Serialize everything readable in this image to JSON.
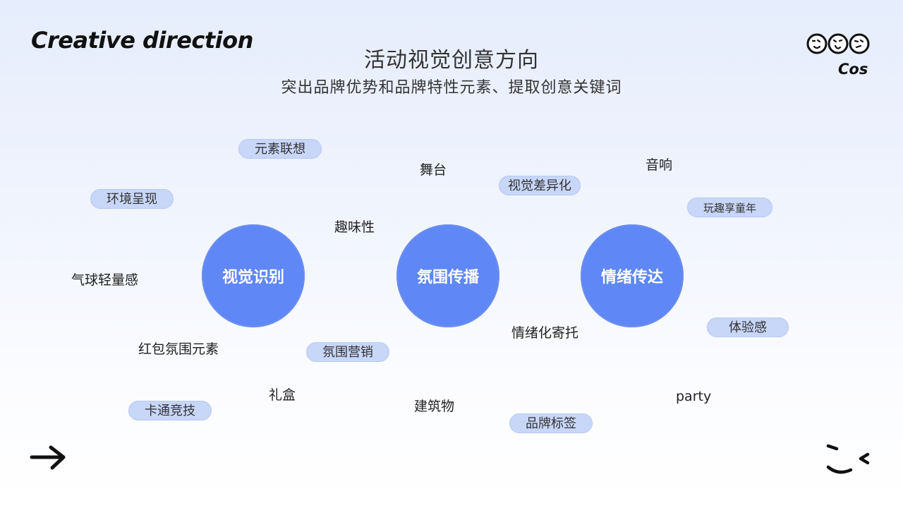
{
  "header": {
    "brand_title": "Creative direction",
    "main_title": "活动视觉创意方向",
    "subtitle": "突出品牌优势和品牌特性元素、提取创意关键词",
    "logo_text": "Cos"
  },
  "circles": [
    "视觉识别",
    "氛围传播",
    "情绪传达"
  ],
  "chips": [
    "元素联想",
    "环境呈现",
    "视觉差异化",
    "玩趣享童年",
    "氛围营销",
    "体验感",
    "卡通竞技",
    "品牌标签"
  ],
  "words": [
    "舞台",
    "音响",
    "趣味性",
    "气球轻量感",
    "情绪化寄托",
    "红包氛围元素",
    "礼盒",
    "建筑物",
    "party"
  ],
  "colors": {
    "circle": "#5f87f5",
    "chip": "#c8d6f8",
    "text": "#222222"
  },
  "icons": [
    "faces-logo-icon",
    "arrow-right-icon",
    "smile-face-icon"
  ]
}
